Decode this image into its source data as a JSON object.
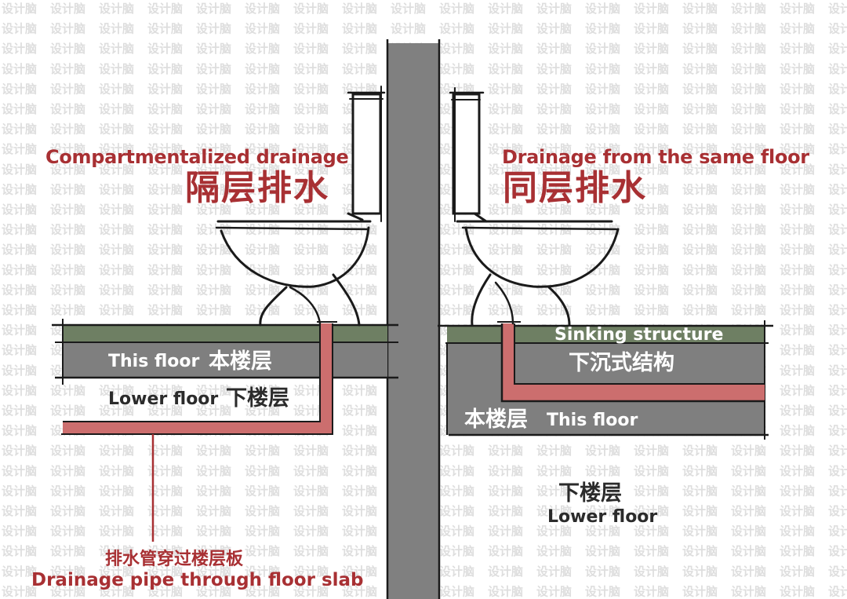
{
  "watermark": {
    "text": "设计脑"
  },
  "colors": {
    "wall": "#808080",
    "slab_top": "#6e7f63",
    "slab_body": "#7f7f7f",
    "pipe": "#cc6e6e",
    "accent_red": "#a83033",
    "line": "#1a1a1a"
  },
  "left": {
    "title_en": "Compartmentalized drainage",
    "title_zh": "隔层排水",
    "this_floor_en": "This floor",
    "this_floor_zh": "本楼层",
    "lower_floor_en": "Lower floor",
    "lower_floor_zh": "下楼层",
    "pipe_note_zh": "排水管穿过楼层板",
    "pipe_note_en": "Drainage pipe through floor slab"
  },
  "right": {
    "title_en": "Drainage from the same floor",
    "title_zh": "同层排水",
    "sinking_en": "Sinking structure",
    "sinking_zh": "下沉式结构",
    "this_floor_zh": "本楼层",
    "this_floor_en": "This floor",
    "lower_floor_zh": "下楼层",
    "lower_floor_en": "Lower floor"
  }
}
